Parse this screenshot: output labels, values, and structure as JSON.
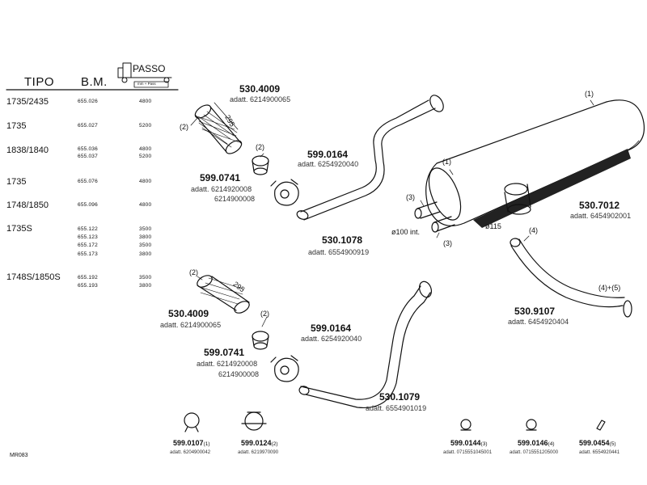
{
  "table": {
    "header": {
      "tipo": "TIPO",
      "bm": "B.M.",
      "passo": "PASSO",
      "passo_sub": "mm + Pass"
    },
    "rows": [
      {
        "tipo": "1735/2435",
        "bm": [
          "655.026"
        ],
        "passo": [
          "4800"
        ]
      },
      {
        "tipo": "1735",
        "bm": [
          "655.027"
        ],
        "passo": [
          "5200"
        ]
      },
      {
        "tipo": "1838/1840",
        "bm": [
          "655.036",
          "655.037"
        ],
        "passo": [
          "4800",
          "5200"
        ]
      },
      {
        "tipo": "1735",
        "bm": [
          "655.076"
        ],
        "passo": [
          "4800"
        ]
      },
      {
        "tipo": "1748/1850",
        "bm": [
          "655.096"
        ],
        "passo": [
          "4800"
        ]
      },
      {
        "tipo": "1735S",
        "bm": [
          "655.122",
          "655.123",
          "655.172",
          "655.173"
        ],
        "passo": [
          "3500",
          "3800",
          "3500",
          "3800"
        ]
      },
      {
        "tipo": "1748S/1850S",
        "bm": [
          "655.192",
          "655.193"
        ],
        "passo": [
          "3500",
          "3800"
        ]
      }
    ]
  },
  "parts": {
    "p1": {
      "number": "530.4009",
      "adatt": "adatt. 6214900065"
    },
    "p2": {
      "number": "599.0164",
      "adatt": "adatt. 6254920040"
    },
    "p3": {
      "number": "599.0741",
      "adatt1": "adatt. 6214920008",
      "adatt2": "6214900008"
    },
    "p4": {
      "number": "530.1078",
      "adatt": "adatt. 6554900919"
    },
    "p5": {
      "number": "530.7012",
      "adatt": "adatt. 6454902001"
    },
    "p6": {
      "number": "530.9107",
      "adatt": "adatt. 6454920404"
    },
    "p7": {
      "number": "530.4009",
      "adatt": "adatt. 6214900065"
    },
    "p8": {
      "number": "599.0164",
      "adatt": "adatt. 6254920040"
    },
    "p9": {
      "number": "599.0741",
      "adatt1": "adatt. 6214920008",
      "adatt2": "6214900008"
    },
    "p10": {
      "number": "530.1079",
      "adatt": "adatt. 6554901019"
    }
  },
  "clamps": [
    {
      "number": "599.0107",
      "ref": "(1)",
      "adatt": "adatt. 6204900042"
    },
    {
      "number": "599.0124",
      "ref": "(2)",
      "adatt": "adatt. 6219970090"
    },
    {
      "number": "599.0144",
      "ref": "(3)",
      "adatt": "adatt. 0715551045001"
    },
    {
      "number": "599.0146",
      "ref": "(4)",
      "adatt": "adatt. 0715551205000"
    },
    {
      "number": "599.0454",
      "ref": "(5)",
      "adatt": "adatt. 6554920441"
    }
  ],
  "callouts": {
    "c1": "(2)",
    "c2": "(2)",
    "c3": "(1)",
    "c4": "(1)",
    "c5": "(3)",
    "c6": "(3)",
    "c7": "(4)",
    "c8": "(4)+(5)",
    "c9": "(2)",
    "c10": "(2)"
  },
  "dims": {
    "d295a": "295",
    "d295b": "295",
    "d100": "ø100 int.",
    "d115": "ø115"
  },
  "footer_code": "MR083"
}
